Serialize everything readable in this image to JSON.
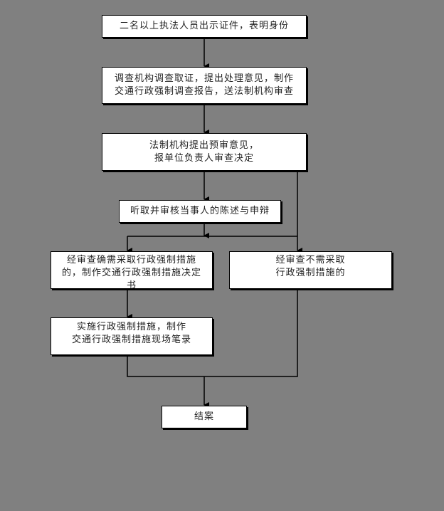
{
  "steps": {
    "s1": "二名以上执法人员出示证件，表明身份",
    "s2": "调查机构调查取证，提出处理意见，制作\n交通行政强制调查报告，送法制机构审查",
    "s3": "法制机构提出预审意见，\n报单位负责人审查决定",
    "s4": "听取并审核当事人的陈述与申辩",
    "s5": "经审查确需采取行政强制措施\n的，制作交通行政强制措施决定\n书",
    "s6": "经审查不需采取\n行政强制措施的",
    "s7": "实施行政强制措施，制作\n交通行政强制措施现场笔录",
    "s8": "结案"
  }
}
